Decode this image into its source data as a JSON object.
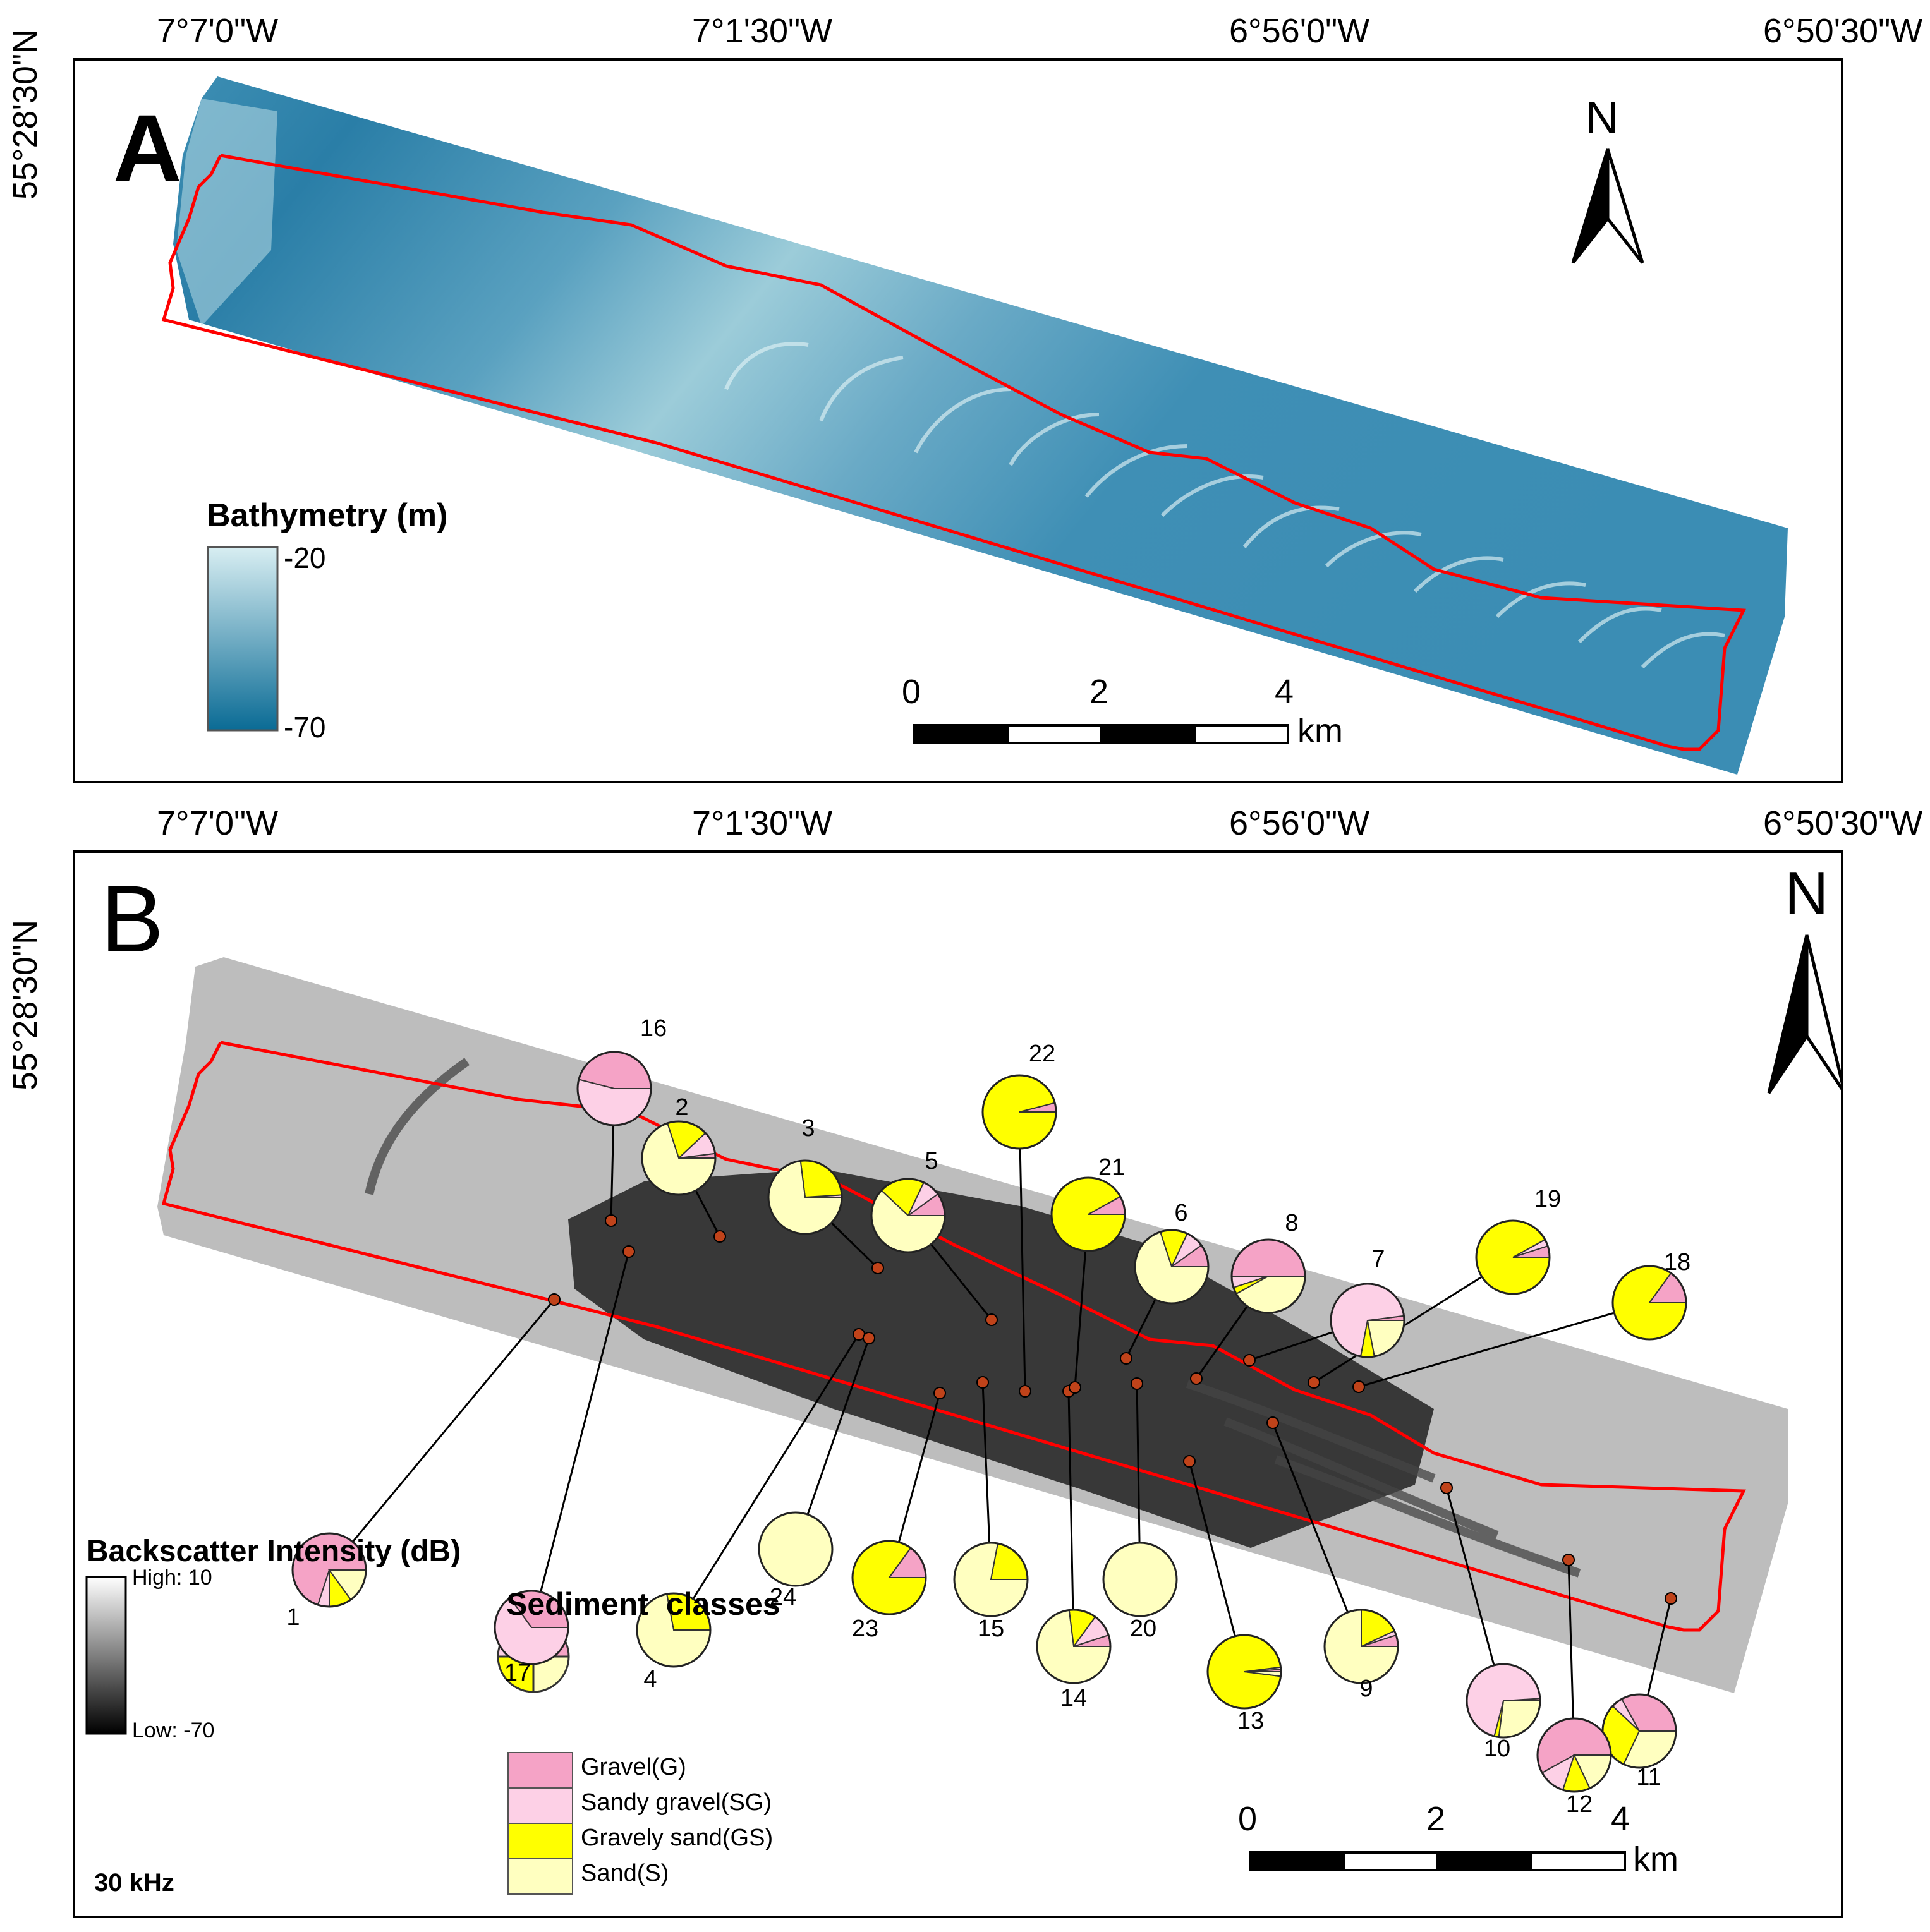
{
  "graticule": {
    "lon_top": [
      "7°7'0\"W",
      "7°1'30\"W",
      "6°56'0\"W",
      "6°50'30\"W"
    ],
    "lon_bottom": [
      "7°7'0\"W",
      "7°1'30\"W",
      "6°56'0\"W",
      "6°50'30\"W"
    ],
    "lat_a": "55°28'30\"N",
    "lat_b": "55°28'30\"N"
  },
  "panel_a": {
    "letter": "A",
    "north": "N",
    "legend_title": "Bathymetry (m)",
    "legend_max": "-20",
    "legend_min": "-70",
    "colors": {
      "shallow": "#d8eef2",
      "deep": "#0a6b95",
      "boundary": "#ff0000"
    },
    "scale": {
      "labels": [
        "0",
        "2",
        "4"
      ],
      "unit": "km"
    }
  },
  "panel_b": {
    "letter": "B",
    "north": "N",
    "legend_title": "Backscatter Intensity (dB)",
    "legend_high": "High: 10",
    "legend_low": "Low: -70",
    "frequency": "30 kHz",
    "scale": {
      "labels": [
        "0",
        "2",
        "4"
      ],
      "unit": "km"
    },
    "sediment_title": "Sediment  classes",
    "sediment_classes": [
      {
        "name": "Gravel(G)",
        "color": "#f5a3c6"
      },
      {
        "name": "Sandy gravel(SG)",
        "color": "#fdd0e6"
      },
      {
        "name": "Gravely sand(GS)",
        "color": "#ffff00"
      },
      {
        "name": "Sand(S)",
        "color": "#ffffc0"
      }
    ],
    "stations": [
      {
        "id": "1",
        "G": 0.7,
        "SG": 0.05,
        "GS": 0.1,
        "S": 0.15
      },
      {
        "id": "2",
        "G": 0.02,
        "SG": 0.1,
        "GS": 0.18,
        "S": 0.7
      },
      {
        "id": "3",
        "G": 0.0,
        "SG": 0.01,
        "GS": 0.26,
        "S": 0.73
      },
      {
        "id": "4",
        "G": 0.0,
        "SG": 0.0,
        "GS": 0.28,
        "S": 0.72
      },
      {
        "id": "5",
        "G": 0.1,
        "SG": 0.08,
        "GS": 0.2,
        "S": 0.62
      },
      {
        "id": "6",
        "G": 0.1,
        "SG": 0.08,
        "GS": 0.12,
        "S": 0.7
      },
      {
        "id": "7",
        "G": 0.02,
        "SG": 0.7,
        "GS": 0.06,
        "S": 0.22
      },
      {
        "id": "8",
        "G": 0.5,
        "SG": 0.05,
        "GS": 0.03,
        "S": 0.42
      },
      {
        "id": "9",
        "G": 0.05,
        "SG": 0.02,
        "GS": 0.18,
        "S": 0.75
      },
      {
        "id": "10",
        "G": 0.01,
        "SG": 0.7,
        "GS": 0.02,
        "S": 0.27
      },
      {
        "id": "11",
        "G": 0.33,
        "SG": 0.05,
        "GS": 0.3,
        "S": 0.32
      },
      {
        "id": "12",
        "G": 0.58,
        "SG": 0.12,
        "GS": 0.12,
        "S": 0.18
      },
      {
        "id": "13",
        "G": 0.01,
        "SG": 0.01,
        "GS": 0.96,
        "S": 0.02
      },
      {
        "id": "14",
        "G": 0.05,
        "SG": 0.1,
        "GS": 0.12,
        "S": 0.73
      },
      {
        "id": "15",
        "G": 0.0,
        "SG": 0.0,
        "GS": 0.22,
        "S": 0.78
      },
      {
        "id": "16",
        "G": 0.46,
        "SG": 0.54,
        "GS": 0.0,
        "S": 0.0
      },
      {
        "id": "17",
        "G": 0.35,
        "SG": 0.65,
        "GS": 0.0,
        "S": 0.0
      },
      {
        "id": "18",
        "G": 0.15,
        "SG": 0.0,
        "GS": 0.85,
        "S": 0.0
      },
      {
        "id": "19",
        "G": 0.05,
        "SG": 0.03,
        "GS": 0.92,
        "S": 0.0
      },
      {
        "id": "20",
        "G": 0.0,
        "SG": 0.0,
        "GS": 0.0,
        "S": 1.0
      },
      {
        "id": "21",
        "G": 0.08,
        "SG": 0.0,
        "GS": 0.92,
        "S": 0.0
      },
      {
        "id": "22",
        "G": 0.04,
        "SG": 0.0,
        "GS": 0.96,
        "S": 0.0
      },
      {
        "id": "23",
        "G": 0.15,
        "SG": 0.0,
        "GS": 0.85,
        "S": 0.0
      },
      {
        "id": "24",
        "G": 0.0,
        "SG": 0.0,
        "GS": 0.0,
        "S": 1.0
      }
    ]
  }
}
